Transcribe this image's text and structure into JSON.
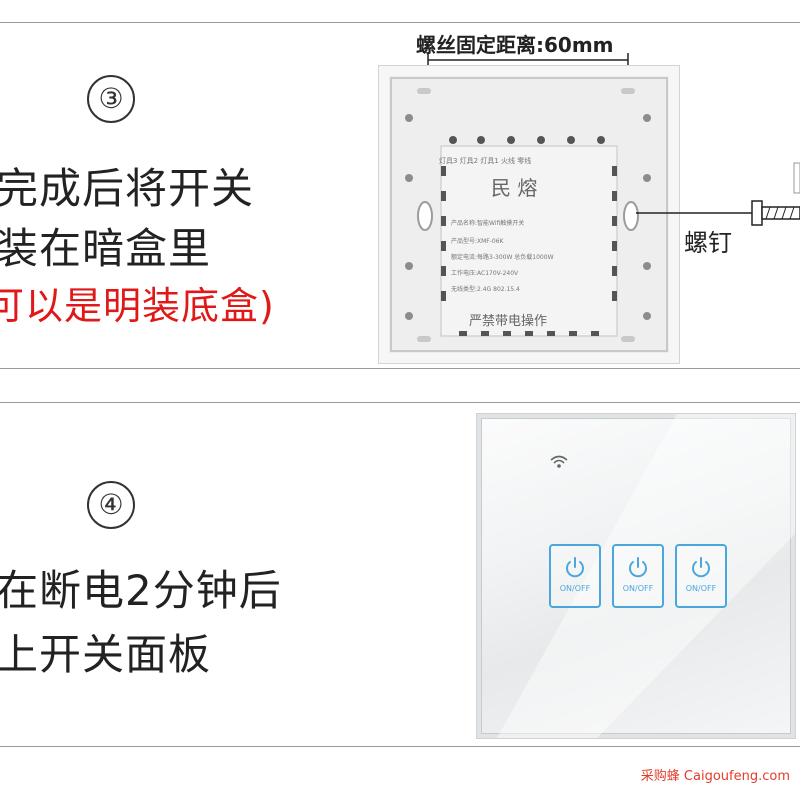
{
  "step3": {
    "number": "③",
    "lines": [
      "完成后将开关",
      "装在暗盒里",
      "可以是明装底盒)"
    ],
    "dimension_label": "螺丝固定距离:60mm",
    "screw_label": "螺钉",
    "module": {
      "terminals": "灯具3  灯具2  灯具1   火线   零线",
      "brand": "民 熔",
      "specs": [
        "产品名称:智能Wifi触摸开关",
        "产品型号:XMF-06K",
        "额定电流:每路3-300W 总负载1000W",
        "工作电压:AC170V-240V",
        "无线类型:2.4G 802.15.4"
      ],
      "warning": "严禁带电操作"
    }
  },
  "step4": {
    "number": "④",
    "lines": [
      "在断电2分钟后",
      "上开关面板"
    ],
    "panel": {
      "buttons": [
        {
          "label": "ON/OFF"
        },
        {
          "label": "ON/OFF"
        },
        {
          "label": "ON/OFF"
        }
      ]
    }
  },
  "watermark": "采购蜂 Caigoufeng.com",
  "colors": {
    "red_text": "#e01818",
    "button_blue": "#4aa7de",
    "watermark": "#e43c2a"
  }
}
